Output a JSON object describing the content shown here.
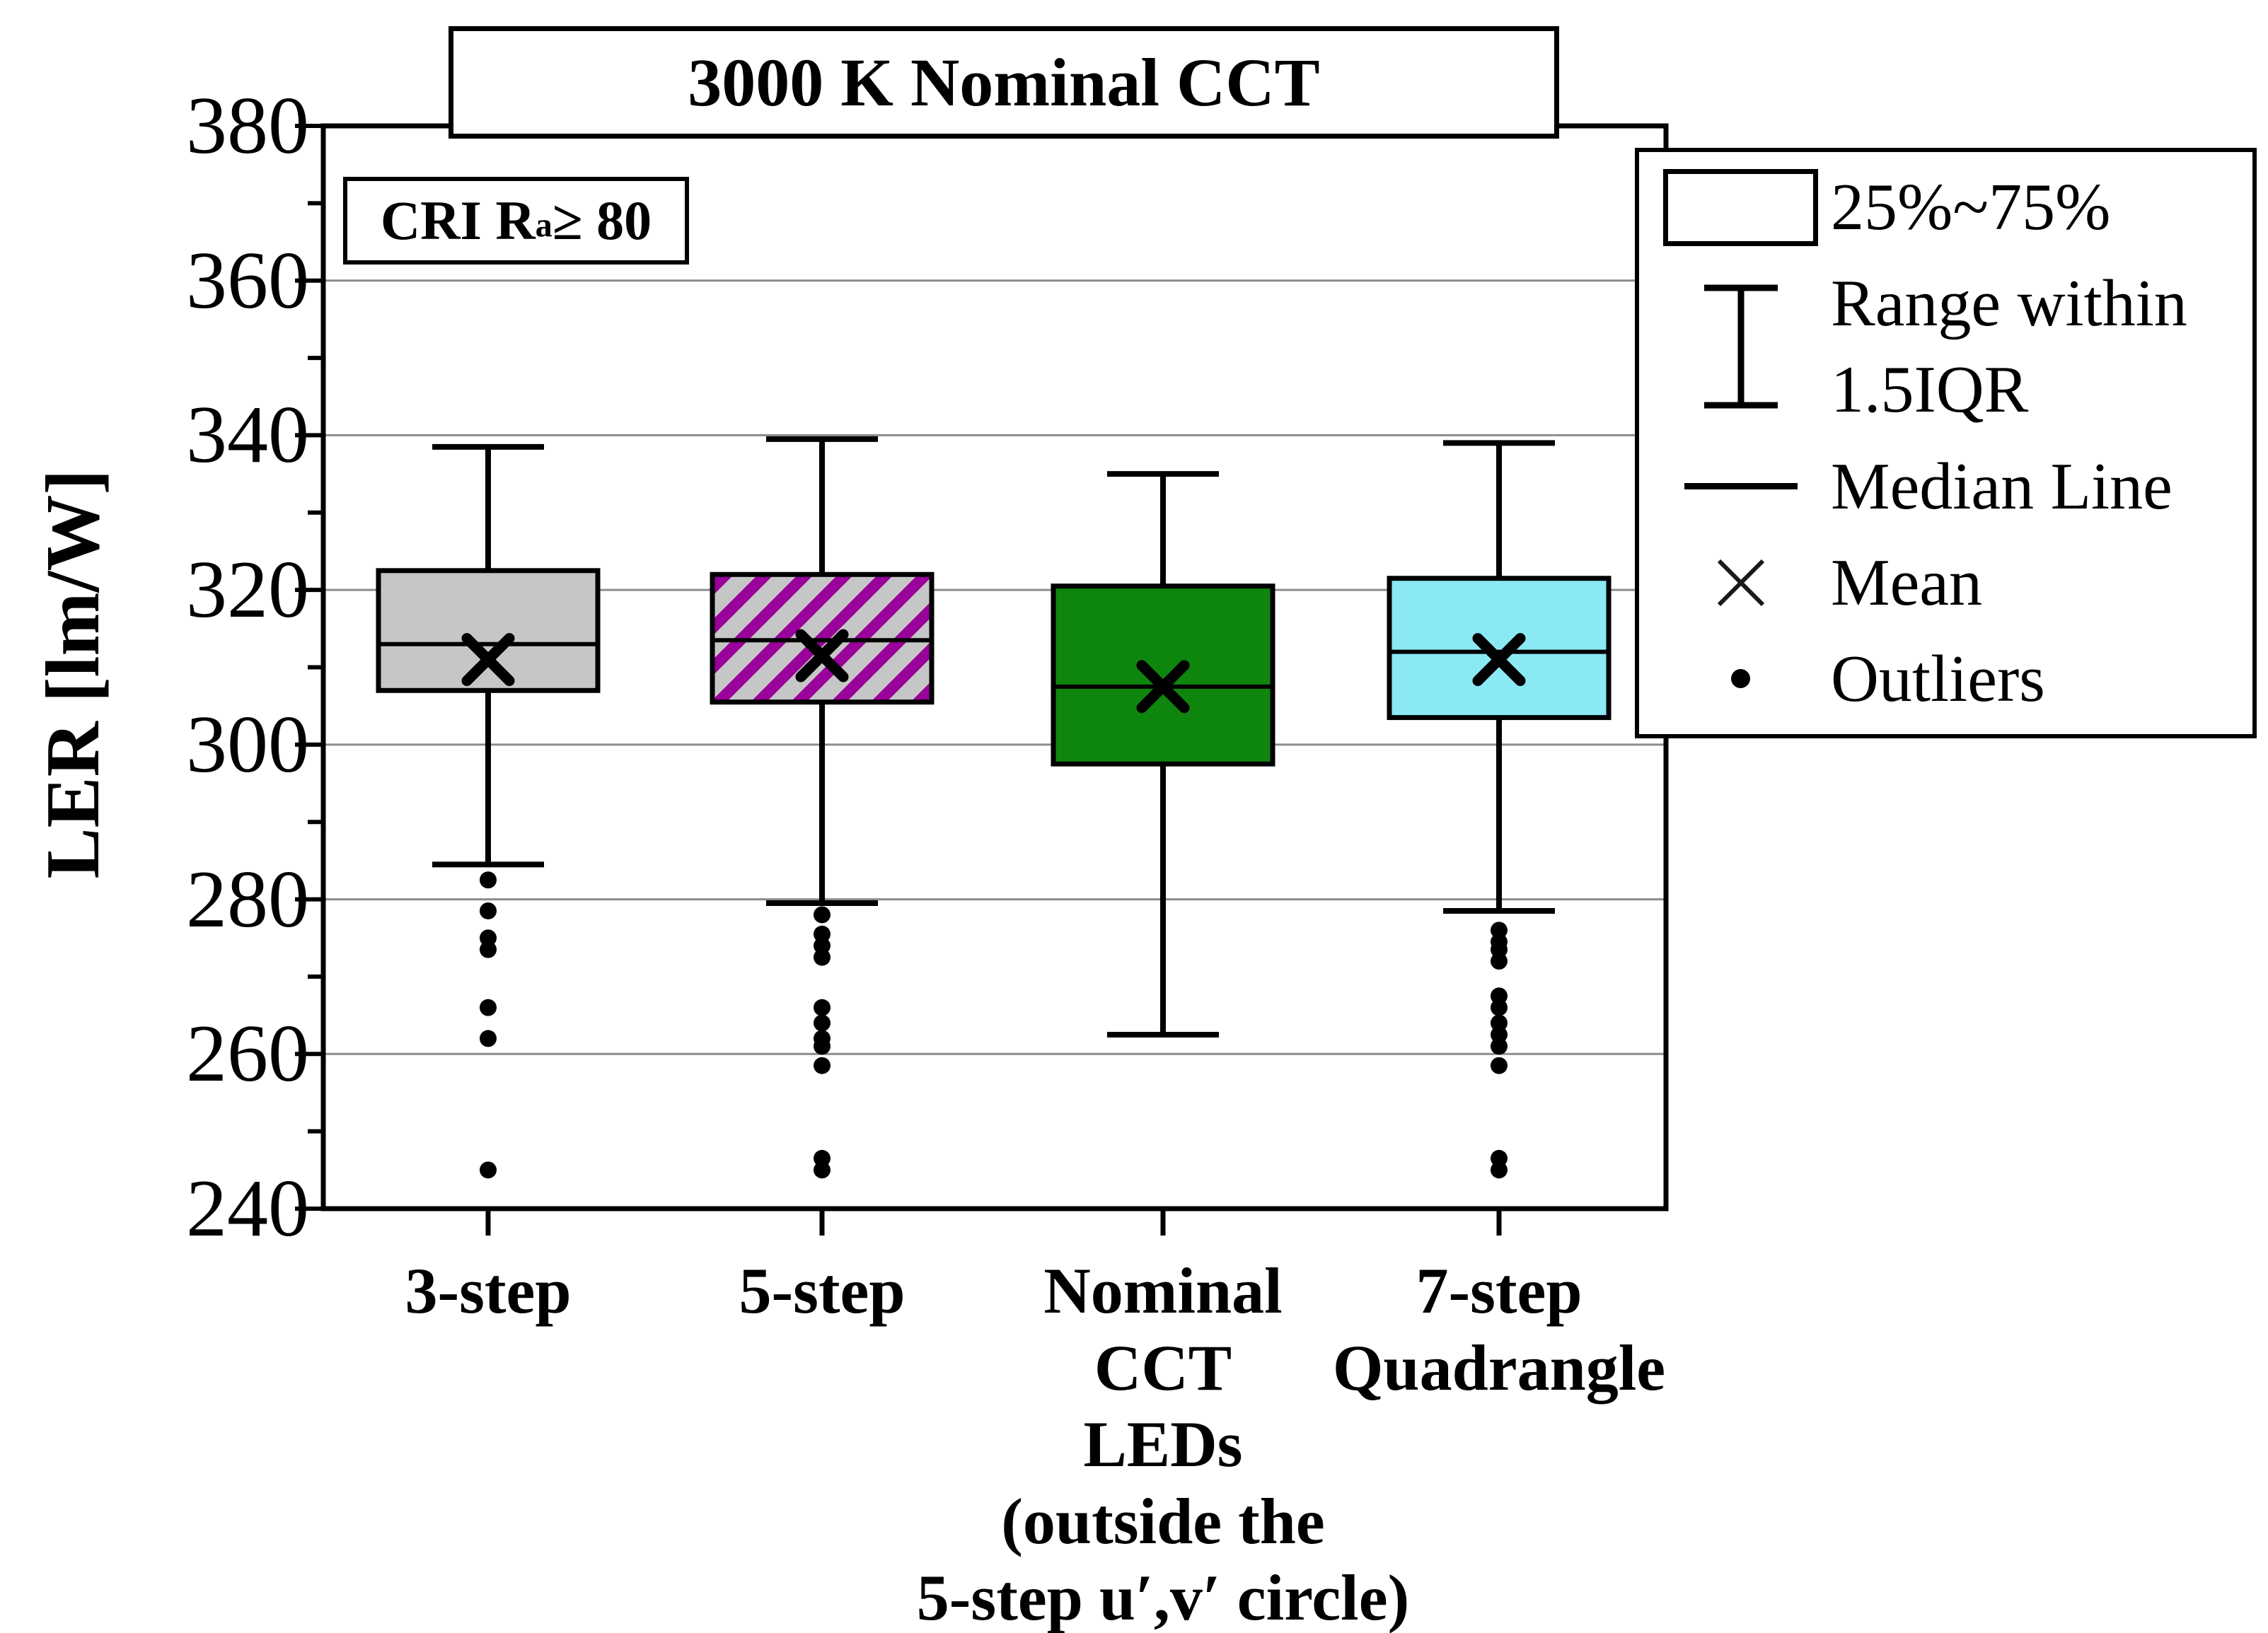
{
  "page": {
    "background": "#ffffff"
  },
  "chart_data": {
    "type": "box",
    "title": "3000 K Nominal CCT",
    "annotation": {
      "prefix": "CRI R",
      "subscript": "a",
      "suffix": " ≥ 80"
    },
    "ylabel": "LER [lm/W]",
    "ylim": [
      240,
      380
    ],
    "ytick_major_step": 20,
    "ytick_minor_step": 10,
    "ytick_labels": [
      "240",
      "260",
      "280",
      "300",
      "320",
      "340",
      "360",
      "380"
    ],
    "grid": true,
    "legend_position": "top-right-overlay",
    "categories": [
      {
        "label_lines": [
          "3-step"
        ]
      },
      {
        "label_lines": [
          "5-step"
        ]
      },
      {
        "label_lines": [
          "Nominal",
          "CCT",
          "LEDs",
          "(outside the",
          "5-step u′,v′ circle)"
        ]
      },
      {
        "label_lines": [
          "7-step",
          "Quadrangle"
        ]
      }
    ],
    "series": [
      {
        "name": "3-step",
        "fill": "#c6c6c6",
        "hatch": null,
        "whisker_low": 284.5,
        "q1": 307,
        "median": 313,
        "q3": 322.5,
        "mean": 311,
        "whisker_high": 338.5,
        "outliers": [
          282.5,
          278.5,
          275,
          273.5,
          266,
          262,
          245
        ]
      },
      {
        "name": "5-step",
        "fill": "#c6c6c6",
        "hatch": "#9a009a",
        "whisker_low": 279.5,
        "q1": 305.5,
        "median": 313.5,
        "q3": 322,
        "mean": 311.5,
        "whisker_high": 339.5,
        "outliers": [
          278,
          275.5,
          274,
          272.5,
          266,
          264,
          262,
          261,
          258.5,
          246.5,
          245
        ]
      },
      {
        "name": "Nominal CCT LEDs (outside the 5-step u′,v′ circle)",
        "fill": "#0e860e",
        "hatch": null,
        "whisker_low": 262.5,
        "q1": 297.5,
        "median": 307.5,
        "q3": 320.5,
        "mean": 307.5,
        "whisker_high": 335,
        "outliers": []
      },
      {
        "name": "7-step Quadrangle",
        "fill": "#8be9f4",
        "hatch": null,
        "whisker_low": 278.5,
        "q1": 303.5,
        "median": 312,
        "q3": 321.5,
        "mean": 311,
        "whisker_high": 339,
        "outliers": [
          276,
          274.5,
          273.5,
          272,
          267.5,
          266,
          264,
          262.5,
          261,
          258.5,
          246.5,
          245
        ]
      }
    ],
    "legend": {
      "items": [
        {
          "symbol": "box",
          "label": "25%~75%"
        },
        {
          "symbol": "whisker",
          "label": "Range within 1.5IQR"
        },
        {
          "symbol": "median-line",
          "label": "Median Line"
        },
        {
          "symbol": "mean",
          "label": "Mean"
        },
        {
          "symbol": "outlier",
          "label": "Outliers"
        }
      ]
    },
    "colors": {
      "axis": "#000000",
      "grid": "#8c8c8c",
      "outlier": "#000000",
      "mean": "#000000"
    }
  }
}
